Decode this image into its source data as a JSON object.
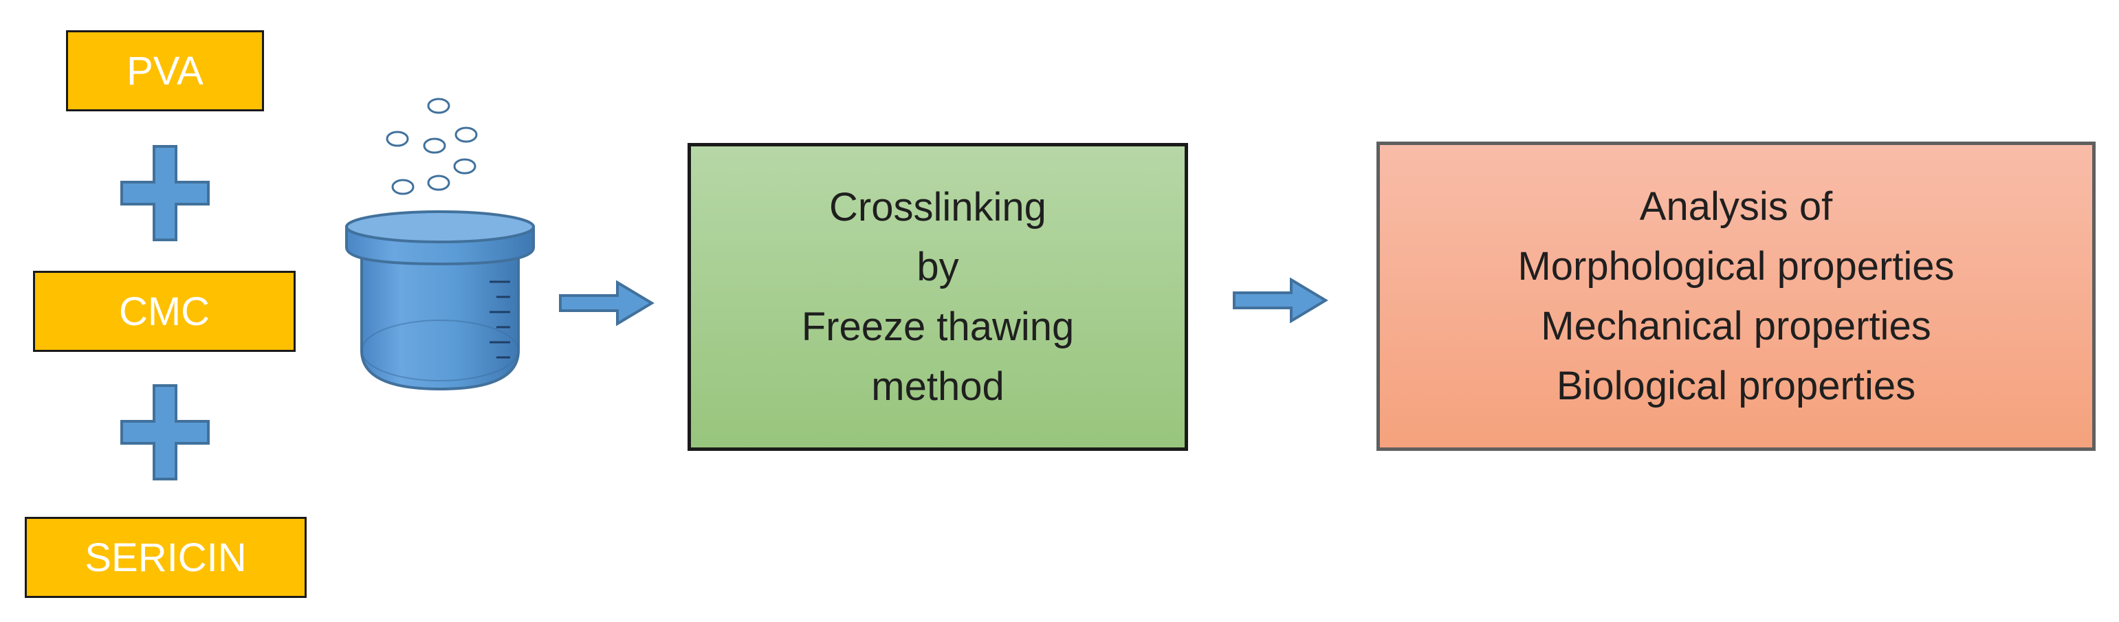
{
  "ingredients": {
    "first": "PVA",
    "second": "CMC",
    "third": "SERICIN"
  },
  "process_box": {
    "lines": [
      "Crosslinking",
      "by",
      "Freeze thawing",
      "method"
    ]
  },
  "analysis_box": {
    "lines": [
      "Analysis of",
      "Morphological properties",
      "Mechanical properties",
      "Biological properties"
    ]
  },
  "colors": {
    "ingredient_fill": "#FFC000",
    "ingredient_text": "#FFFFFF",
    "plus_fill": "#5B9BD5",
    "beaker_fill": "#5B9BD5",
    "process_fill": "#A9D18E",
    "analysis_fill": "#F4B183"
  },
  "icons": {
    "plus": "plus-icon",
    "beaker": "beaker-icon",
    "arrow": "right-arrow-icon"
  }
}
